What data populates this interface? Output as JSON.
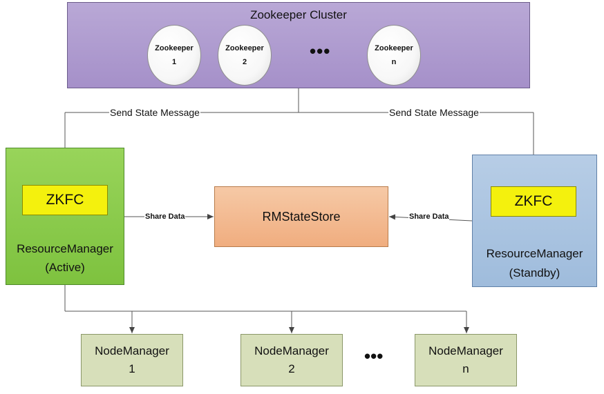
{
  "zookeeper_cluster": {
    "title": "Zookeeper Cluster",
    "nodes": [
      {
        "name": "Zookeeper",
        "id": "1"
      },
      {
        "name": "Zookeeper",
        "id": "2"
      },
      {
        "name": "Zookeeper",
        "id": "n"
      }
    ],
    "ellipsis": "•••"
  },
  "edges": {
    "send_left": "Send State Message",
    "send_right": "Send State Message",
    "share_left": "Share Data",
    "share_right": "Share Data"
  },
  "rm_active": {
    "zkfc": "ZKFC",
    "title": "ResourceManager",
    "state": "(Active)"
  },
  "rm_standby": {
    "zkfc": "ZKFC",
    "title": "ResourceManager",
    "state": "(Standby)"
  },
  "state_store": {
    "label": "RMStateStore"
  },
  "node_managers": {
    "items": [
      {
        "name": "NodeManager",
        "id": "1"
      },
      {
        "name": "NodeManager",
        "id": "2"
      },
      {
        "name": "NodeManager",
        "id": "n"
      }
    ],
    "ellipsis": "•••"
  },
  "colors": {
    "zookeeper_cluster": "#a590c9",
    "rm_active": "#7ec23f",
    "rm_standby": "#9fbcdc",
    "zkfc": "#f4f10d",
    "state_store": "#f0ad7f",
    "node_manager": "#d7dfba"
  }
}
